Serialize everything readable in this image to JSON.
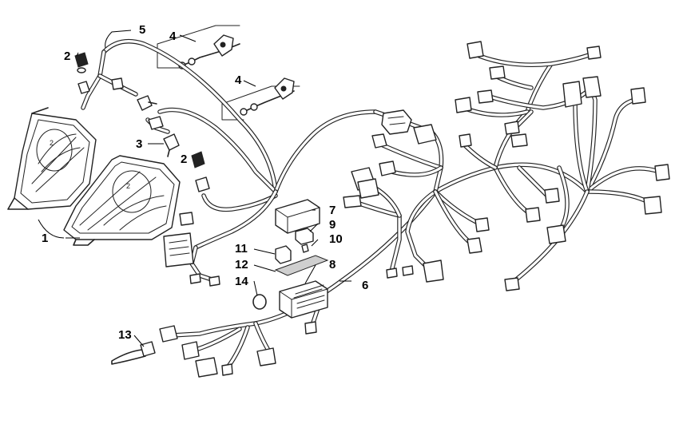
{
  "callouts": {
    "c1": "1",
    "c2a": "2",
    "c2b": "2",
    "c3": "3",
    "c4a": "4",
    "c4b": "4",
    "c5": "5",
    "c6": "6",
    "c7": "7",
    "c8": "8",
    "c9": "9",
    "c10": "10",
    "c11": "11",
    "c12": "12",
    "c13": "13",
    "c14": "14"
  }
}
